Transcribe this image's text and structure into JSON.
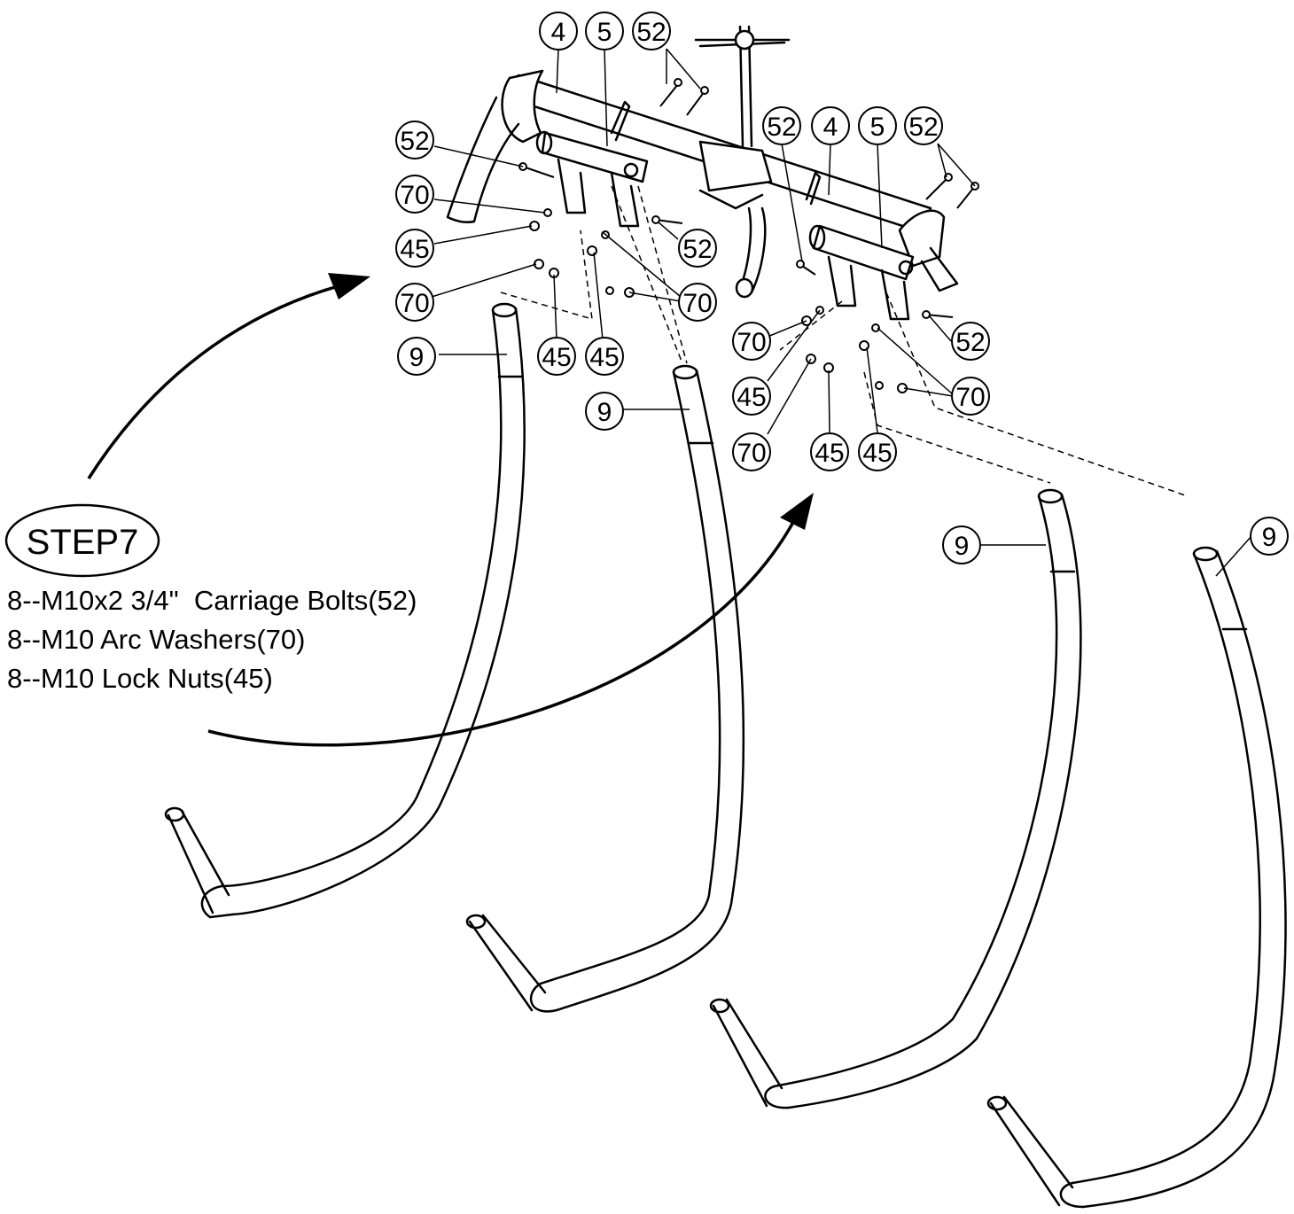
{
  "step": {
    "label": "STEP7"
  },
  "instructions": [
    "8--M10x2 3/4\"  Carriage Bolts(52)",
    "8--M10 Arc Washers(70)",
    "8--M10 Lock Nuts(45)"
  ],
  "callouts": {
    "c1": "4",
    "c2": "5",
    "c3": "52",
    "c4": "52",
    "c5": "4",
    "c6": "5",
    "c7": "52",
    "c8": "52",
    "c9": "70",
    "c10": "45",
    "c11": "52",
    "c12": "70",
    "c13": "70",
    "c14": "9",
    "c15": "45",
    "c16": "45",
    "c17": "9",
    "c18": "70",
    "c19": "52",
    "c20": "45",
    "c21": "70",
    "c22": "70",
    "c23": "45",
    "c24": "45",
    "c25": "9",
    "c26": "9"
  },
  "colors": {
    "ink": "#000000",
    "paper": "#ffffff"
  }
}
